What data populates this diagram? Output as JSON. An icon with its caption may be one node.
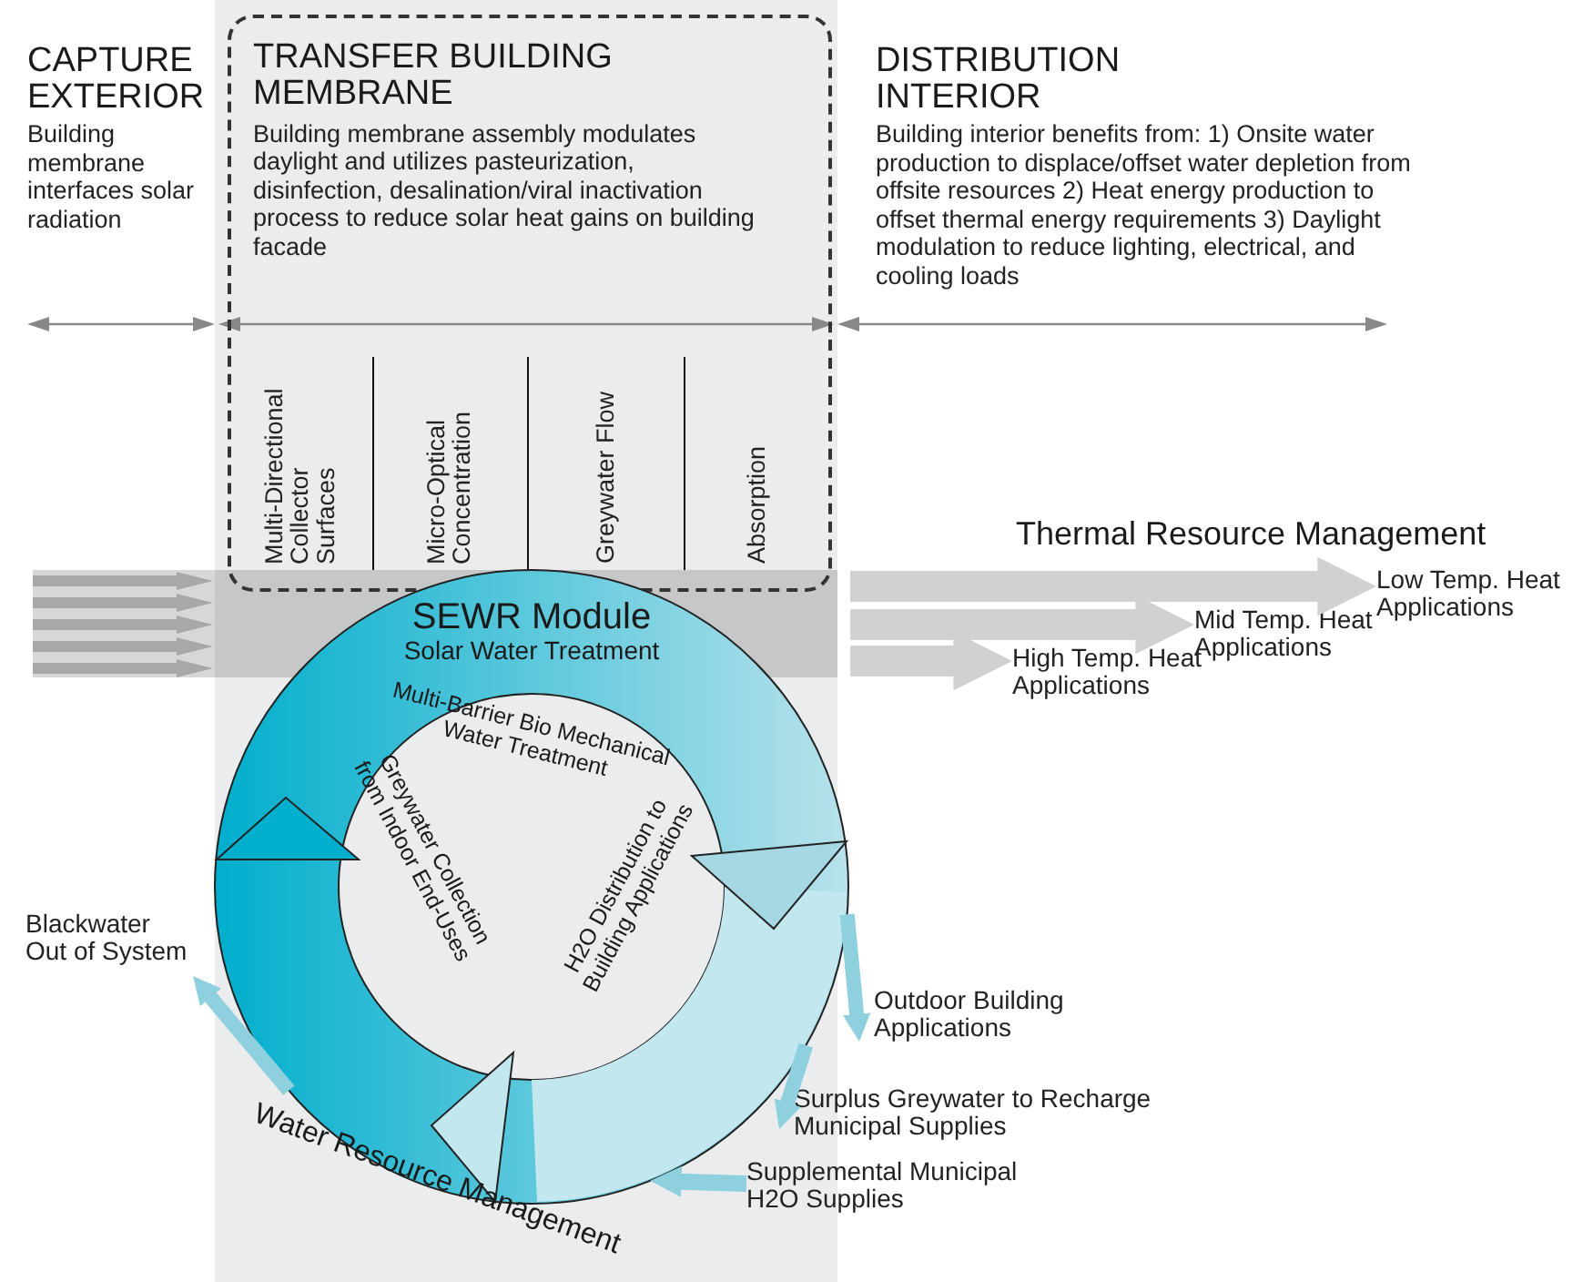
{
  "diagram": {
    "nodes": [
      {
        "text": [
          "TRANSFER BUILDING MEMBRANE",
          "Building membrane assembly modulates daylight and utilizes pasteurization, disinfection, desalination/viral inactivation process to reduce solar heat gains on building facade"
        ]
      },
      {
        "text": [
          "SEWR Module",
          "Solar Water Treatment"
        ]
      },
      {
        "text": [
          "Blackwater Out of System"
        ]
      },
      {
        "text": [
          "Outdoor Building Applications"
        ]
      },
      {
        "text": [
          "Surplus Greywater to Recharge Municipal Supplies"
        ]
      },
      {
        "text": [
          "Supplemental Municipal H2O Supplies"
        ]
      },
      {
        "text": [
          "High Temp. Heat Applications"
        ]
      },
      {
        "text": [
          "Mid Temp. Heat Applications"
        ]
      },
      {
        "text": [
          "Low Temp. Heat Applications"
        ]
      }
    ],
    "edges": [
      {
        "from": 1,
        "to": 2,
        "arrow": "to"
      },
      {
        "from": 1,
        "to": 3,
        "arrow": "to"
      },
      {
        "from": 1,
        "to": 4,
        "arrow": "to"
      },
      {
        "from": 5,
        "to": 1,
        "arrow": "to"
      },
      {
        "from": 1,
        "to": 6,
        "arrow": "to",
        "style": "thick",
        "color": "#d0d1d3"
      },
      {
        "from": 1,
        "to": 7,
        "arrow": "to",
        "style": "thick",
        "color": "#d0d1d3"
      },
      {
        "from": 1,
        "to": 8,
        "arrow": "to",
        "style": "thick",
        "color": "#d0d1d3"
      }
    ],
    "labels": [
      "CAPTURE EXTERIOR",
      "Building membrane interfaces solar radiation",
      "DISTRIBUTION INTERIOR",
      "Building interior benefits from: 1) Onsite water production to displace/offset water depletion from offsite resources 2) Heat energy production to offset thermal energy requirements 3) Daylight modulation to reduce lighting, electrical, and cooling loads",
      "Multi-Directional Collector Surfaces",
      "Micro-Optical Concentration",
      "Greywater Flow",
      "Absorption",
      "Thermal Resource Management",
      "Multi-Barrier Bio Mechanical Water Treatment",
      "Greywater Collection from Indoor End-Uses",
      "H2O Distribution to Building Applications",
      "Water Resource Management"
    ]
  }
}
